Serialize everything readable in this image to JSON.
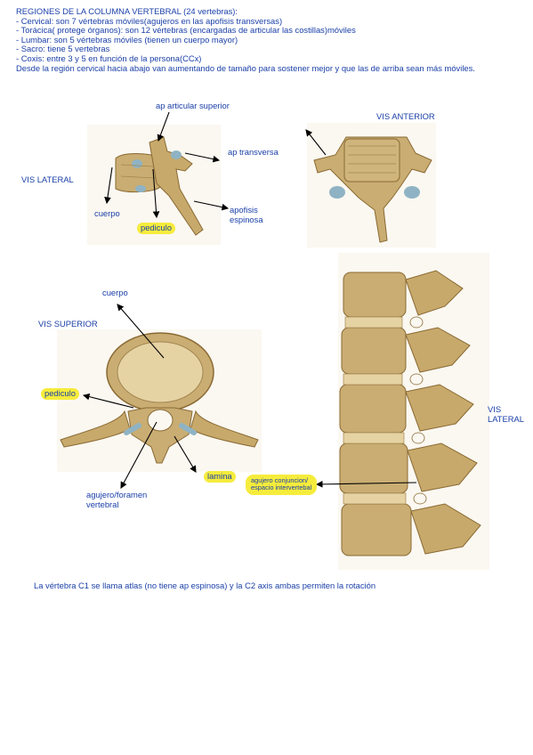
{
  "intro": {
    "title": "REGIONES DE LA COLUMNA VERTEBRAL (24 vertebras):",
    "lines": [
      "- Cervical: son 7 vértebras móviles(agujeros en las apofisis transversas)",
      "- Torácica( protege órganos): son 12 vértebras (encargadas de articular las costillas)móviles",
      "- Lumbar: son 5 vértebras móviles (tienen un cuerpo mayor)",
      "- Sacro: tiene 5 vertebras",
      "- Coxis: entre 3 y 5 en función de la persona(CCx)"
    ],
    "paragraph": "Desde la región cervical hacia abajo van aumentando de tamaño para sostener mejor y que las de arriba sean más móviles."
  },
  "lateral_view": {
    "view_label": "VIS LATERAL",
    "ap_articular_superior": "ap articular superior",
    "ap_transversa": "ap transversa",
    "cuerpo": "cuerpo",
    "pediculo": "pediculo",
    "apofisis_line1": "apofisis",
    "apofisis_line2": "espinosa"
  },
  "anterior_view": {
    "view_label": "VIS ANTERIOR"
  },
  "superior_view": {
    "view_label": "VIS SUPERIOR",
    "cuerpo": "cuerpo",
    "pediculo": "pediculo",
    "lamina": "lamina",
    "agujero_line1": "agujero/foramen",
    "agujero_line2": "vertebral"
  },
  "spine_view": {
    "view_label_line1": "VIS",
    "view_label_line2": "LATERAL",
    "agujero_line1": "agujero conjuncion/",
    "agujero_line2": "espacio intervertebal"
  },
  "footer": "La vértebra C1 se llama atlas (no tiene ap espinosa) y la C2 axis ambas permiten la rotación",
  "colors": {
    "text": "#1a3fa8",
    "highlight": "#f6ec3c",
    "bone": "#c9ad72",
    "bone_dark": "#8a6a34",
    "cartilage": "#8fb3c4"
  }
}
